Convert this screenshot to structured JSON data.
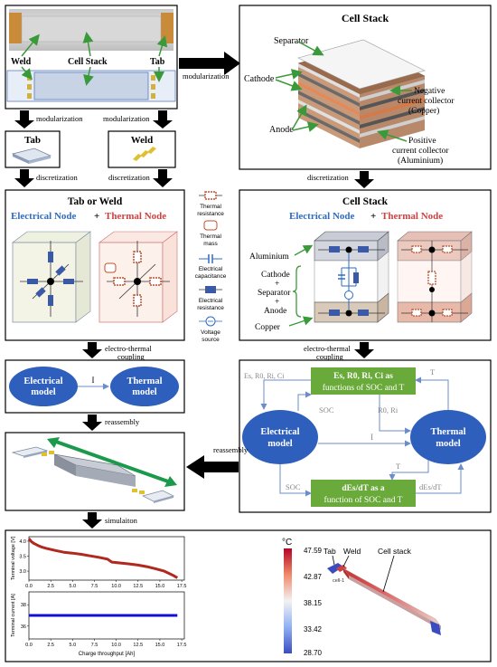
{
  "photo": {
    "weld_left": "Weld",
    "cell_stack": "Cell Stack",
    "tab_right": "Tab"
  },
  "top_right": {
    "title": "Cell Stack",
    "separator": "Separator",
    "cathode": "Cathode",
    "anode": "Anode",
    "neg1": "Negative",
    "neg2": "current collector",
    "neg3": "(Copper)",
    "pos1": "Positive",
    "pos2": "current collector",
    "pos3": "(Aluminium)"
  },
  "arrows": {
    "modularization": "modularization",
    "discretization": "discretization",
    "electro_thermal_1": "electro-thermal",
    "electro_thermal_2": "coupling",
    "reassembly": "reassembly",
    "simulation": "simulaiton"
  },
  "small_boxes": {
    "tab": "Tab",
    "weld": "Weld"
  },
  "tab_weld_box": {
    "title": "Tab or Weld",
    "electrical_node": "Electrical Node",
    "plus": "+",
    "thermal_node": "Thermal Node"
  },
  "legend": [
    {
      "name": "thermal-resistance",
      "l1": "Thermal",
      "l2": "resistance"
    },
    {
      "name": "thermal-mass",
      "l1": "Thermal",
      "l2": "mass"
    },
    {
      "name": "electrical-capacitance",
      "l1": "Electrical",
      "l2": "capacitance"
    },
    {
      "name": "electrical-resistance",
      "l1": "Electrical",
      "l2": "resistance"
    },
    {
      "name": "voltage-source",
      "l1": "Voltage",
      "l2": "source"
    }
  ],
  "cell_stack_box": {
    "title": "Cell Stack",
    "electrical_node": "Electrical Node",
    "plus": "+",
    "thermal_node": "Thermal Node",
    "aluminium": "Aluminium",
    "cathode": "Cathode",
    "plus1": "+",
    "separator": "Separator",
    "plus2": "+",
    "anode": "Anode",
    "copper": "Copper"
  },
  "simple_model": {
    "electrical_1": "Electrical",
    "electrical_2": "model",
    "current": "I",
    "thermal_1": "Thermal",
    "thermal_2": "model"
  },
  "full_model": {
    "electrical_1": "Electrical",
    "electrical_2": "model",
    "thermal_1": "Thermal",
    "thermal_2": "model",
    "top_green_1": "Es, R0, Ri, Ci as",
    "top_green_2": "functions of SOC and T",
    "bottom_green_1": "dEs/dT as a",
    "bottom_green_2": "function of SOC and T",
    "in_top_left": "Es, R0, Ri, Ci",
    "soc_mid": "SOC",
    "current": "I",
    "r_mid": "R0, Ri",
    "t_top": "T",
    "t_bottom": "T",
    "soc_bottom": "SOC",
    "des_out": "dEs/dT"
  },
  "chart_data": [
    {
      "type": "line",
      "ylabel": "Terminal voltage [V]",
      "xlabel": "",
      "x_ticks": [
        "0.0",
        "2.5",
        "5.0",
        "7.5",
        "10.0",
        "12.5",
        "15.0",
        "17.5"
      ],
      "y_ticks": [
        "3.0",
        "3.5",
        "4.0"
      ],
      "xlim": [
        0,
        17.8
      ],
      "ylim": [
        2.7,
        4.15
      ],
      "series": [
        {
          "color": "#b0281e",
          "x": [
            0,
            0.3,
            0.6,
            1.0,
            1.5,
            2.0,
            3.0,
            4.0,
            5.0,
            6.0,
            7.0,
            8.0,
            9.0,
            9.5,
            10.5,
            11.5,
            12.5,
            13.5,
            14.5,
            15.5,
            16.0,
            16.5,
            17.0
          ],
          "y": [
            4.08,
            3.98,
            3.92,
            3.86,
            3.8,
            3.76,
            3.69,
            3.63,
            3.6,
            3.56,
            3.51,
            3.46,
            3.4,
            3.3,
            3.27,
            3.24,
            3.2,
            3.15,
            3.08,
            3.0,
            2.93,
            2.86,
            2.78
          ]
        }
      ]
    },
    {
      "type": "line",
      "ylabel": "Terminal current [A]",
      "xlabel": "Charge throughput [Ah]",
      "x_ticks": [
        "0.0",
        "2.5",
        "5.0",
        "7.5",
        "10.0",
        "12.5",
        "15.0",
        "17.5"
      ],
      "y_ticks": [
        "36",
        "38"
      ],
      "xlim": [
        0,
        17.8
      ],
      "ylim": [
        34.8,
        39.2
      ],
      "series": [
        {
          "color": "#1010d0",
          "x": [
            0,
            17.0
          ],
          "y": [
            37.0,
            37.0
          ]
        }
      ]
    }
  ],
  "sim": {
    "unit": "°C",
    "scale": [
      "47.59",
      "42.87",
      "38.15",
      "33.42",
      "28.70"
    ],
    "tab": "Tab",
    "weld": "Weld",
    "cell_stack": "Cell stack",
    "cell_label": "cell-1"
  },
  "colors": {
    "electrical_blue": "#2e6bc2",
    "thermal_red": "#d04040",
    "green": "#6aaa3a",
    "model_blue": "#2f5fbd",
    "arrow_black": "#000000"
  }
}
